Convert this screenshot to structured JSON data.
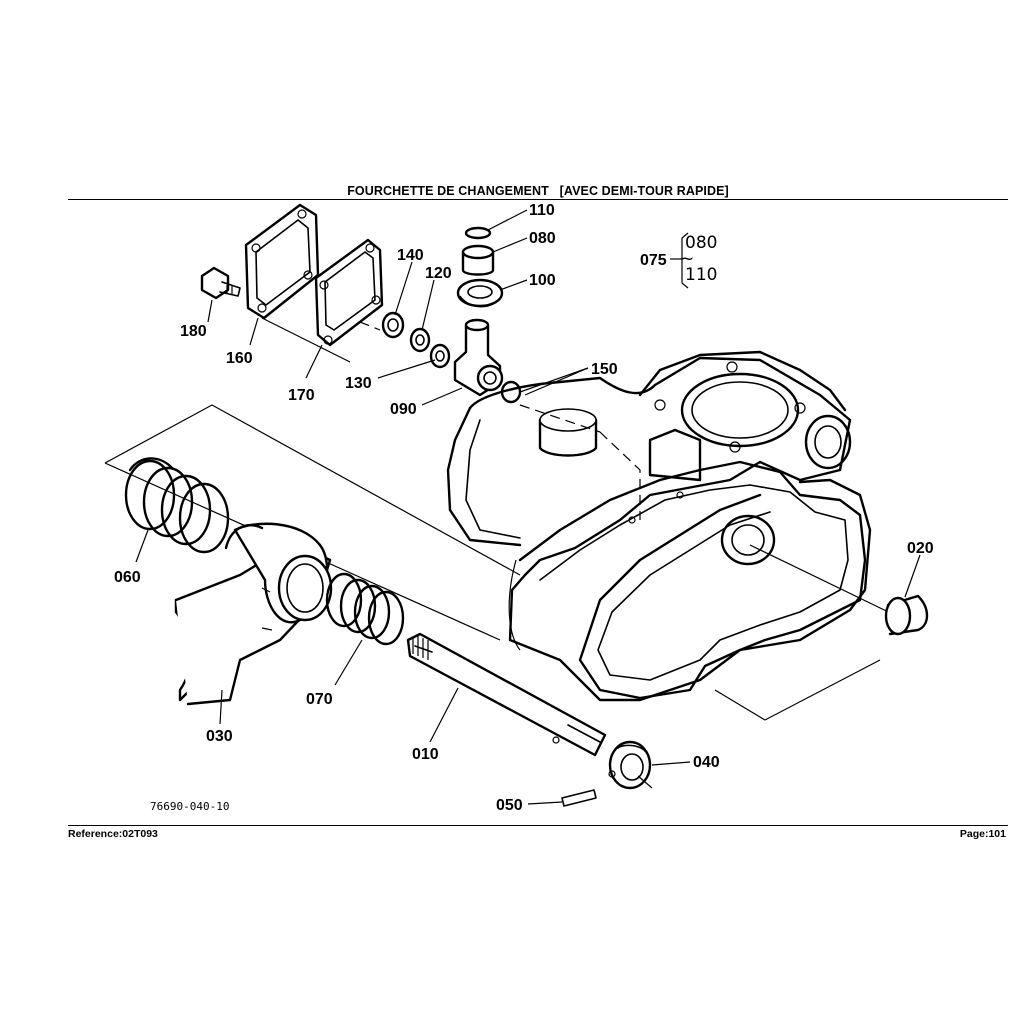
{
  "header": {
    "title": "FOURCHETTE DE CHANGEMENT   [AVEC DEMI-TOUR RAPIDE]"
  },
  "footer": {
    "reference": "Reference:02T093",
    "page": "Page:101"
  },
  "drawing_code": "76690-040-10",
  "kit": {
    "number": "075",
    "from": "080",
    "tilde": "~",
    "to": "110"
  },
  "parts": [
    {
      "number": "110"
    },
    {
      "number": "080"
    },
    {
      "number": "100"
    },
    {
      "number": "140"
    },
    {
      "number": "120"
    },
    {
      "number": "180"
    },
    {
      "number": "160"
    },
    {
      "number": "170"
    },
    {
      "number": "130"
    },
    {
      "number": "090"
    },
    {
      "number": "150"
    },
    {
      "number": "060"
    },
    {
      "number": "020"
    },
    {
      "number": "070"
    },
    {
      "number": "030"
    },
    {
      "number": "010"
    },
    {
      "number": "040"
    },
    {
      "number": "050"
    }
  ]
}
